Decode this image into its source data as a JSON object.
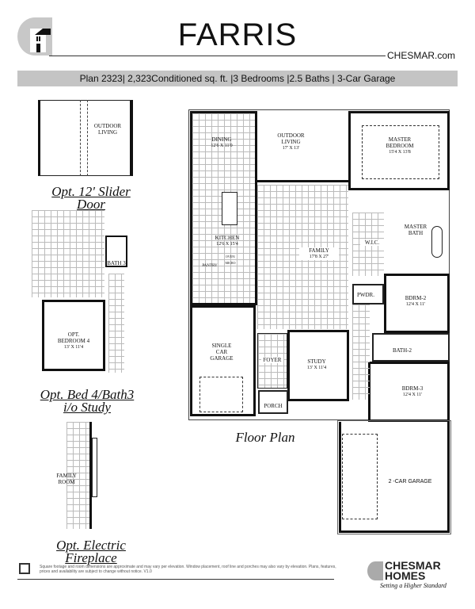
{
  "header": {
    "title": "FARRIS",
    "website": "CHESMAR.com",
    "specs": "Plan 2323| 2,323Conditioned sq. ft. |3 Bedrooms |2.5 Baths | 3-Car Garage"
  },
  "options": [
    {
      "caption_line1": "Opt. 12' Slider",
      "caption_line2": "Door",
      "rooms": [
        {
          "name": "OUTDOOR",
          "name2": "LIVING"
        }
      ]
    },
    {
      "caption_line1": "Opt. Bed 4/Bath3",
      "caption_line2": "i/o Study",
      "rooms": [
        {
          "name": "BATH 3"
        },
        {
          "name": "OPT.",
          "name2": "BEDROOM 4",
          "dims": "13' x 11'4"
        }
      ]
    },
    {
      "caption_line1": "Opt. Electric",
      "caption_line2": "Fireplace",
      "rooms": [
        {
          "name": "FAMILY",
          "name2": "ROOM"
        }
      ]
    }
  ],
  "floor_plan": {
    "caption": "Floor Plan",
    "rooms": {
      "dining": {
        "name": "DINING",
        "dims": "12'6 x 11'0"
      },
      "outdoor": {
        "name": "OUTDOOR",
        "name2": "LIVING",
        "dims": "17' x 13'"
      },
      "master": {
        "name": "MASTER",
        "name2": "BEDROOM",
        "dims": "15'4 x 13'8"
      },
      "kitchen": {
        "name": "KITCHEN",
        "dims": "12'6 x 15'4"
      },
      "pantry": {
        "name": "PANTRY"
      },
      "oven": {
        "name": "OVEN/",
        "name2": "MICRO"
      },
      "family": {
        "name": "FAMILY",
        "dims": "17'8 x 27'"
      },
      "wic": {
        "name": "W.I.C."
      },
      "masterbath": {
        "name": "MASTER",
        "name2": "BATH"
      },
      "pwdr": {
        "name": "PWDR."
      },
      "bdrm2": {
        "name": "BDRM-2",
        "dims": "12'4 x 11'"
      },
      "bath2": {
        "name": "BATH-2"
      },
      "bdrm3": {
        "name": "BDRM-3",
        "dims": "12'4 x 11'"
      },
      "single_garage": {
        "name": "SINGLE",
        "name2": "CAR",
        "name3": "GARAGE"
      },
      "foyer": {
        "name": "FOYER"
      },
      "study": {
        "name": "STUDY",
        "dims": "13' x 11'4"
      },
      "porch": {
        "name": "PORCH"
      },
      "garage2": {
        "name": "2 -CAR GARAGE"
      }
    }
  },
  "footer": {
    "disclaimer": "Square footage and room dimensions are approximate and may vary per elevation. Window placement, roof line and porches may also vary by elevation. Plans, features, prices and availability are subject to change without notice. V1.0",
    "brand_line1": "CHESMAR",
    "brand_line2": "HOMES",
    "tagline": "Setting a Higher Standard"
  }
}
